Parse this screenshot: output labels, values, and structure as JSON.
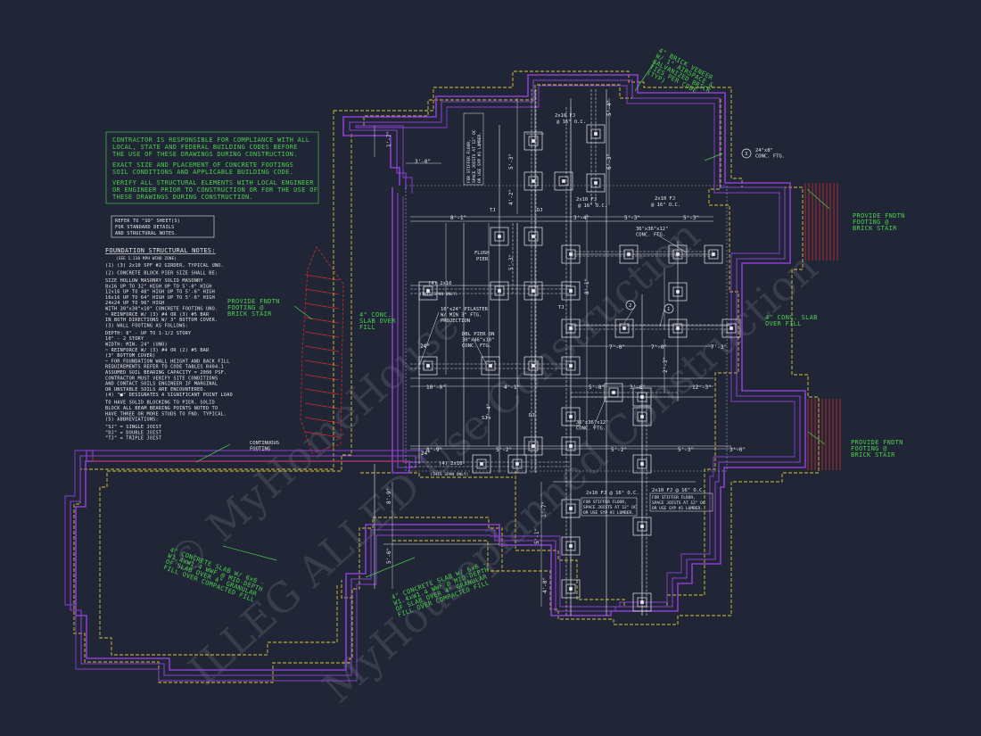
{
  "colors": {
    "background": "#212636",
    "wall": "#8a3fd1",
    "footing": "#d6c43a",
    "linework": "#e8e8e8",
    "notes": "#4ccf4c",
    "stair": "#d12b2b"
  },
  "general_notes": [
    "CONTRACTOR IS RESPONSIBLE FOR COMPLIANCE WITH ALL",
    "LOCAL, STATE AND FEDERAL BUILDING CODES BEFORE",
    "THE USE OF THESE DRAWINGS DURING CONSTRUCTION.",
    "EXACT SIZE AND PLACEMENT OF CONCRETE FOOTINGS",
    "SOIL CONDITIONS AND APPLICABLE BUILDING CODE.",
    "VERIFY ALL STRUCTURAL ELEMENTS WITH LOCAL ENGINEER",
    "OR ENGINEER PRIOR TO CONSTRUCTION OR FOR THE USE OF",
    "THESE DRAWINGS DURING CONSTRUCTION."
  ],
  "refer_box": [
    "REFER TO \"SD\" SHEET(S)",
    "FOR STANDARD DETAILS",
    "AND STRUCTURAL NOTES."
  ],
  "structural_notes": {
    "title": "FOUNDATION STRUCTURAL NOTES:",
    "subtitle": "(SEE 1.130 MPH WIND ZONE)",
    "lines": [
      "(1)  (3) 2x10 SPF #2 GIRDER, TYPICAL UNO.",
      "(2)  CONCRETE BLOCK PIER SIZE SHALL BE:",
      "     SIZE   HOLLOW MASONRY   SOLID MASONRY",
      "     8x16    UP TO 32\" HIGH   UP TO 5'-0\" HIGH",
      "     12x16   UP TO 48\" HIGH   UP TO 5'-6\" HIGH",
      "     16x16   UP TO 64\" HIGH   UP TO 5'-6\" HIGH",
      "     24x24   UP TO 96\" HIGH",
      "WITH 30\"x30\"x10\" CONCRETE FOOTING UNO.",
      "~ REINFORCE W/ (3) #4 OR (3) #5 BAR",
      "  IN BOTH DIRECTIONS W/ 3\" BOTTOM COVER.",
      "(3)  WALL FOOTING AS FOLLOWS:",
      "  DEPTH: 8\" - UP TO 1-1/2 STORY",
      "         10\" - 2 STORY",
      "  WIDTH: MIN. 24\" (UNO)",
      "~ REINFORCE W/ (3) #4 OR (2) #5 BAR",
      "  (3\" BOTTOM COVER)",
      "~ FOR FOUNDATION WALL HEIGHT AND BACK FILL",
      "  REQUIREMENTS REFER TO CODE TABLES R404.1",
      "  ASSUMED SOIL BEARING CAPACITY = 2000 PSF.",
      "  CONTRACTOR MUST VERIFY SITE CONDITIONS",
      "  AND CONTACT SOILS ENGINEER IF MARGINAL",
      "  OR UNSTABLE SOILS ARE ENCOUNTERED.",
      "(4)  \"■\" DESIGNATES A SIGNIFICANT POINT LOAD",
      "  TO HAVE SOLID BLOCKING TO PIER. SOLID",
      "  BLOCK ALL BEAM BEARING POINTS NOTED TO",
      "  HAVE THREE OR MORE STUDS TO FND. TYPICAL.",
      "(5)  ABBREVIATIONS:",
      "     \"SJ\" = SINGLE JOIST",
      "     \"DJ\" = DOUBLE JOIST",
      "     \"TJ\" = TRIPLE JOIST"
    ]
  },
  "callouts": {
    "brick_veneer": [
      "4\" BRICK VENEER",
      "W/ 1\" AIRSPACE &",
      "GALVANIZED BRICK",
      "TIES PER CODE",
      "(TYP)"
    ],
    "conc_ftg": [
      "24\"x8\"",
      "CONC. FTG."
    ],
    "stair_right_top": [
      "PROVIDE FNDTN",
      "FOOTING @",
      "BRICK STAIR"
    ],
    "stair_right_bottom": [
      "PROVIDE FNDTN",
      "FOOTING @",
      "BRICK STAIR"
    ],
    "stair_left": [
      "PROVIDE FNDTN",
      "FOOTING @",
      "BRICK STAIR"
    ],
    "slab_right": [
      "4\" CONC. SLAB",
      "OVER FILL"
    ],
    "slab_left": [
      "4\" CONC.",
      "SLAB OVER",
      "FILL"
    ],
    "continuous_footing": [
      "CONTINUOUS",
      "FOOTING"
    ],
    "garage_slab": [
      "4\" CONCRETE SLAB W/ 6x6 -",
      "W1.4xW1.4 WWF @ MID-DEPTH",
      "OF SLAB OVER 4\" GRANULAR",
      "FILL OVER COMPACTED FILL"
    ],
    "porch_slab": [
      "4\" CONCRETE SLAB W/ 6x6 -",
      "W1.4xW1.4 WWF @ MID-DEPTH",
      "OF SLAB OVER 4\" GRANULAR",
      "FILL OVER COMPACTED FILL"
    ],
    "pilaster": [
      "16\"x24\" PILASTER",
      "W/ MIN 3\" FTG.",
      "PROJECTION"
    ],
    "dbl_pier": [
      "DBL PIER ON",
      "30\"x46\"x10\"",
      "CONC. FTG."
    ],
    "ftg_36a": [
      "36\"x36\"x12\"",
      "CONC. FTG."
    ],
    "ftg_36b": [
      "36\"x36\"x12\"",
      "CONC. FTG."
    ],
    "stiffer_left": [
      "FOR STIFFER FLOOR,",
      "SPACE JOISTS AT 12\" OC",
      "OR USE SYP #1 LUMBER."
    ],
    "stiffer_right": [
      "FOR STIFFER FLOOR,",
      "SPACE JOISTS AT 12\" OC",
      "OR USE SYP #1 LUMBER."
    ],
    "stiffer_top": [
      "FOR STIFFER FLOOR,",
      "SPACE JOISTS AT 12\" OC",
      "OR USE SYP #1 LUMBER."
    ]
  },
  "joist_labels": [
    "2x10 FJ",
    "@ 16\" O.C.",
    "2x10 FJ",
    "@ 16\" O.C.",
    "2x10 FJ @ 16\" O.C.",
    "2x10 FJ @ 16\" O.C.",
    "(4) 2x10",
    "(4) 2x10",
    "(THIS SPAN ONLY)",
    "(THIS SPAN ONLY)",
    "FLUSH",
    "PIER",
    "TJ",
    "DJ",
    "SJ",
    "DJ",
    "TJ",
    "2x10 FJ",
    "@ 16\" O.C."
  ],
  "dimensions": [
    "1'-7\"",
    "3'-0\"",
    "5'-3\"",
    "8'-1\"",
    "3'-4\"",
    "5'-3\"",
    "5'-3\"",
    "4'-2\"",
    "5'-4\"",
    "6'-3\"",
    "7'-0\"",
    "7'-0\"",
    "7'-3\"",
    "10'-0\"",
    "4'-1\"",
    "5'-8\"",
    "3'-6\"",
    "12'-3\"",
    "2'-4\"",
    "8'-9\"",
    "5'-2\"",
    "5'-2\"",
    "5'-3\"",
    "3'-0\"",
    "8'-1\"",
    "5'-6\"",
    "4'-0\"",
    "5'-1\"",
    "2'-3\"",
    "1'-7\"",
    "24\"",
    "24\"",
    "8'-9\"",
    "5'-3\""
  ],
  "tags": [
    "1",
    "2",
    "3"
  ],
  "watermark": [
    "© MyHomeHouse",
    "ILLEG ALLED Use Construction",
    "MyHouseplanned Construction"
  ]
}
